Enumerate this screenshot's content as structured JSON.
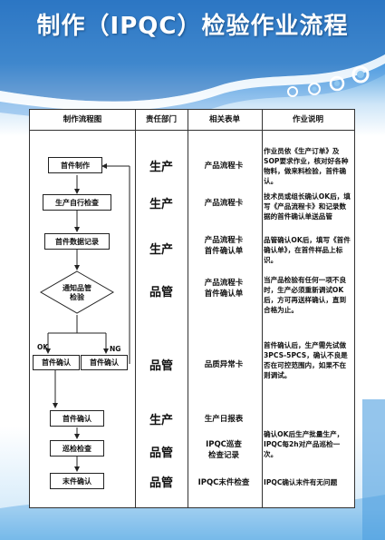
{
  "title": "制作（IPQC）检验作业流程",
  "headers": {
    "flow": "制作流程图",
    "dept": "责任部门",
    "form": "相关表单",
    "note": "作业说明"
  },
  "flow": {
    "first_make": "首件制作",
    "self_check": "生产自行检查",
    "record": "首件数据记录",
    "notify": "通知品管\n检验",
    "ok_label": "OK",
    "ng_label": "NG",
    "confirm_ok": "首件确认",
    "confirm_ng": "首件确认",
    "confirm2": "首件确认",
    "patrol": "巡检检查",
    "final": "末件确认"
  },
  "rows": [
    {
      "dept": "生产",
      "form": "产品流程卡",
      "note": "作业员依《生产订单》及SOP要求作业，核对好各种物料，做来料检验，首件确认。"
    },
    {
      "dept": "生产",
      "form": "产品流程卡",
      "note": "技术员或组长确认OK后，填写《产品流程卡》和记录数据的首件确认单送品管"
    },
    {
      "dept": "生产",
      "form": "产品流程卡\n首件确认单",
      "note": "品管确认OK后，填写《首件确认单》，在首件样品上标识。"
    },
    {
      "dept": "品管",
      "form": "产品流程卡\n首件确认单",
      "note": "当产品检验有任何一项不良时，生产必须重新调试OK后，方可再送样确认，直到合格为止。"
    },
    {
      "dept": "品管",
      "form": "品质异常卡",
      "note": "首件确认后，生产需先试做3PCS-5PCS，确认不良是否在可控范围内，如果不在则调试。"
    },
    {
      "dept": "生产",
      "form": "生产日报表",
      "note": ""
    },
    {
      "dept": "品管",
      "form": "IPQC巡查\n检查记录",
      "note": "确认OK后生产批量生产，IPQC每2h对产品巡检一次。"
    },
    {
      "dept": "品管",
      "form": "IPQC末件检查",
      "note": "IPQC确认末件有无问题"
    }
  ],
  "colors": {
    "banner_dark": "#2f7fce",
    "banner_light": "#cfe6f8",
    "accent_circle": "#8fc7f0"
  }
}
